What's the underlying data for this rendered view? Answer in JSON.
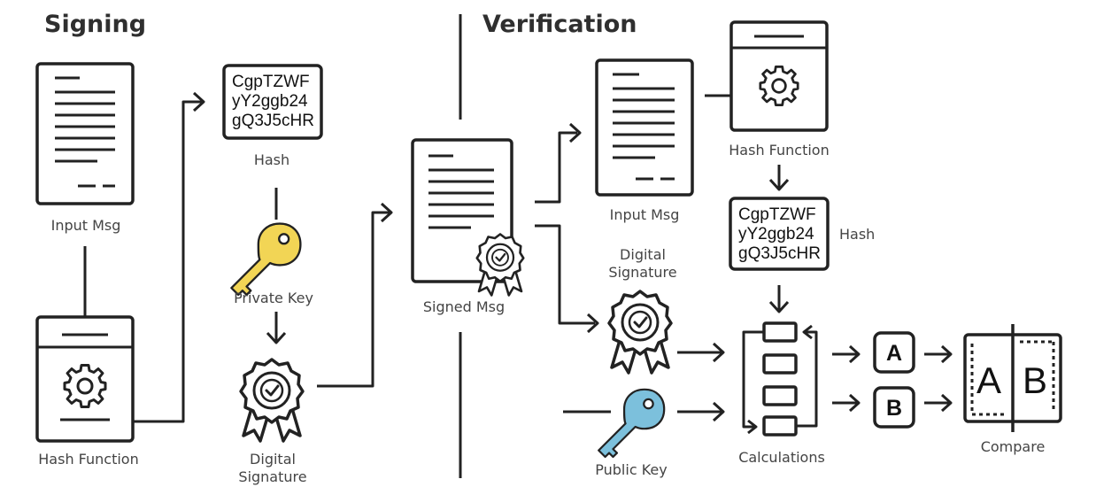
{
  "sections": {
    "signing_title": "Signing",
    "verification_title": "Verification"
  },
  "signing": {
    "input_msg_label": "Input Msg",
    "hash_function_label": "Hash Function",
    "hash_label": "Hash",
    "hash_line1": "CgpTZWF",
    "hash_line2": "yY2ggb24",
    "hash_line3": "gQ3J5cHR",
    "private_key_label": "Private Key",
    "digital_signature_line1": "Digital",
    "digital_signature_line2": "Signature",
    "signed_msg_label": "Signed Msg"
  },
  "verification": {
    "input_msg_label": "Input Msg",
    "hash_function_label": "Hash Function",
    "hash_label": "Hash",
    "hash_line1": "CgpTZWF",
    "hash_line2": "yY2ggb24",
    "hash_line3": "gQ3J5cHR",
    "digital_signature_line1": "Digital",
    "digital_signature_line2": "Signature",
    "public_key_label": "Public Key",
    "calculations_label": "Calculations",
    "result_a": "A",
    "result_b": "B",
    "compare_label": "Compare",
    "compare_a": "A",
    "compare_b": "B"
  },
  "colors": {
    "private_key": "#f2d555",
    "public_key": "#7cc0dc",
    "outline": "#222222",
    "badge_fill": "#ffffff"
  },
  "icons": {
    "document": "document-icon",
    "hash_function": "gear-box-icon",
    "private_key": "key-icon",
    "public_key": "key-icon",
    "signature": "seal-badge-icon",
    "calculations": "stack-icon",
    "compare": "compare-icon"
  }
}
